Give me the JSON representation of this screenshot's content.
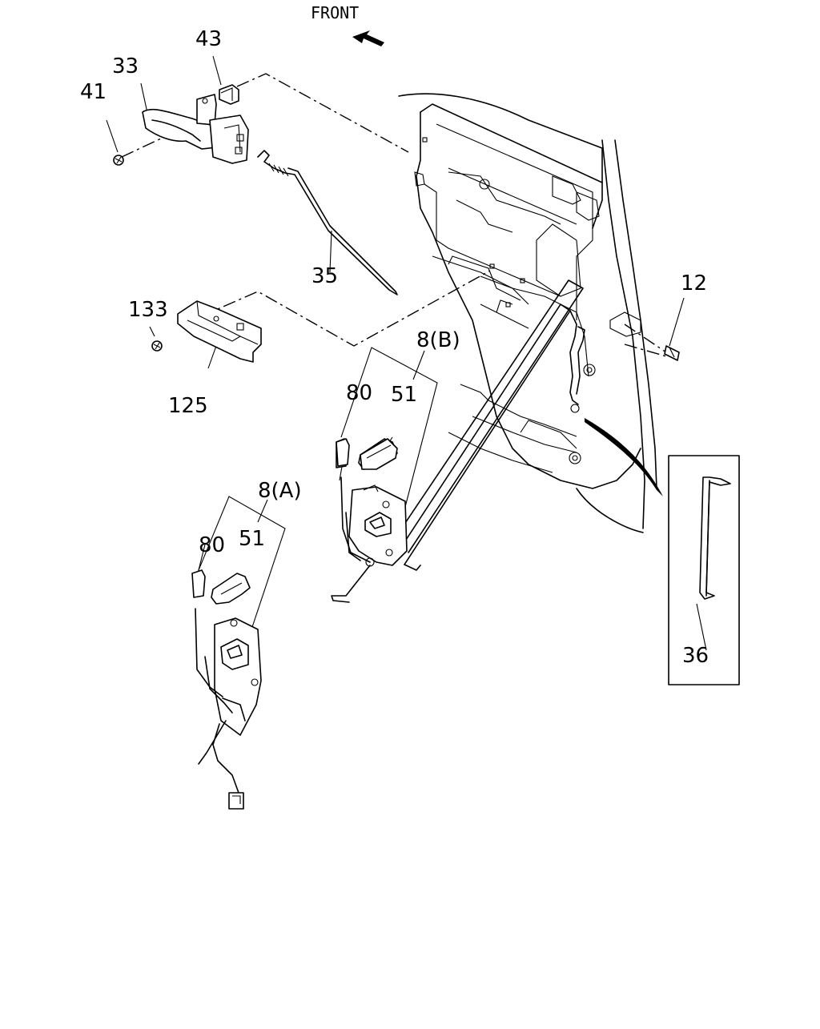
{
  "diagram": {
    "front_label": "FRONT",
    "callouts": {
      "p43": "43",
      "p33": "33",
      "p41": "41",
      "p35": "35",
      "p133": "133",
      "p125": "125",
      "p12": "12",
      "p8b": "8(B)",
      "p80b": "80",
      "p51b": "51",
      "p8a": "8(A)",
      "p80a": "80",
      "p51a": "51",
      "p36": "36"
    },
    "icons": [
      "front-arrow-icon"
    ]
  }
}
